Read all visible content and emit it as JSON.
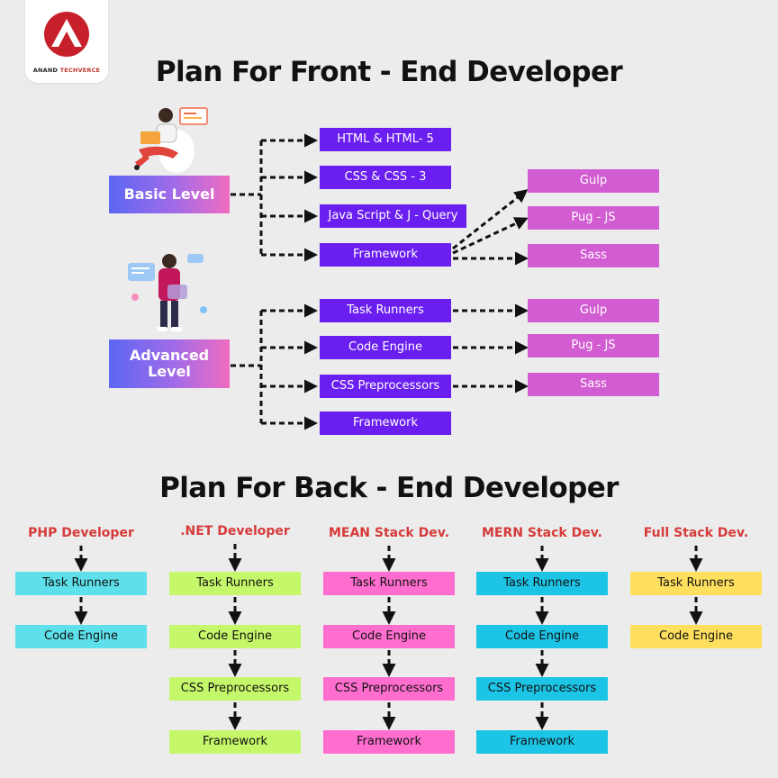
{
  "brand": {
    "name_part1": "ANAND",
    "name_part2": "TECHVERCE"
  },
  "frontend": {
    "title": "Plan For Front - End Developer",
    "basic": {
      "label": "Basic Level",
      "items": [
        "HTML & HTML- 5",
        "CSS & CSS - 3",
        "Java Script & J - Query",
        "Framework"
      ],
      "framework_tools": [
        "Gulp",
        "Pug - JS",
        "Sass"
      ]
    },
    "advanced": {
      "label_line1": "Advanced",
      "label_line2": "Level",
      "items": [
        "Task Runners",
        "Code Engine",
        "CSS Preprocessors",
        "Framework"
      ],
      "tools": [
        "Gulp",
        "Pug - JS",
        "Sass"
      ]
    }
  },
  "backend": {
    "title": "Plan For Back - End Developer",
    "columns": [
      {
        "title": "PHP Developer",
        "color": "#5ee0ea",
        "items": [
          "Task Runners",
          "Code Engine"
        ]
      },
      {
        "title": ".NET Developer",
        "color": "#c5f76a",
        "items": [
          "Task Runners",
          "Code Engine",
          "CSS Preprocessors",
          "Framework"
        ]
      },
      {
        "title": "MEAN Stack Dev.",
        "color": "#ff6ecf",
        "items": [
          "Task Runners",
          "Code Engine",
          "CSS Preprocessors",
          "Framework"
        ]
      },
      {
        "title": "MERN Stack Dev.",
        "color": "#1cc4e6",
        "items": [
          "Task Runners",
          "Code Engine",
          "CSS Preprocessors",
          "Framework"
        ]
      },
      {
        "title": "Full Stack Dev.",
        "color": "#ffdf5e",
        "items": [
          "Task Runners",
          "Code Engine"
        ]
      }
    ]
  },
  "colors": {
    "purple": "#6a1ff0",
    "pink": "#d25cd2",
    "column_title": "#d63a3a"
  }
}
